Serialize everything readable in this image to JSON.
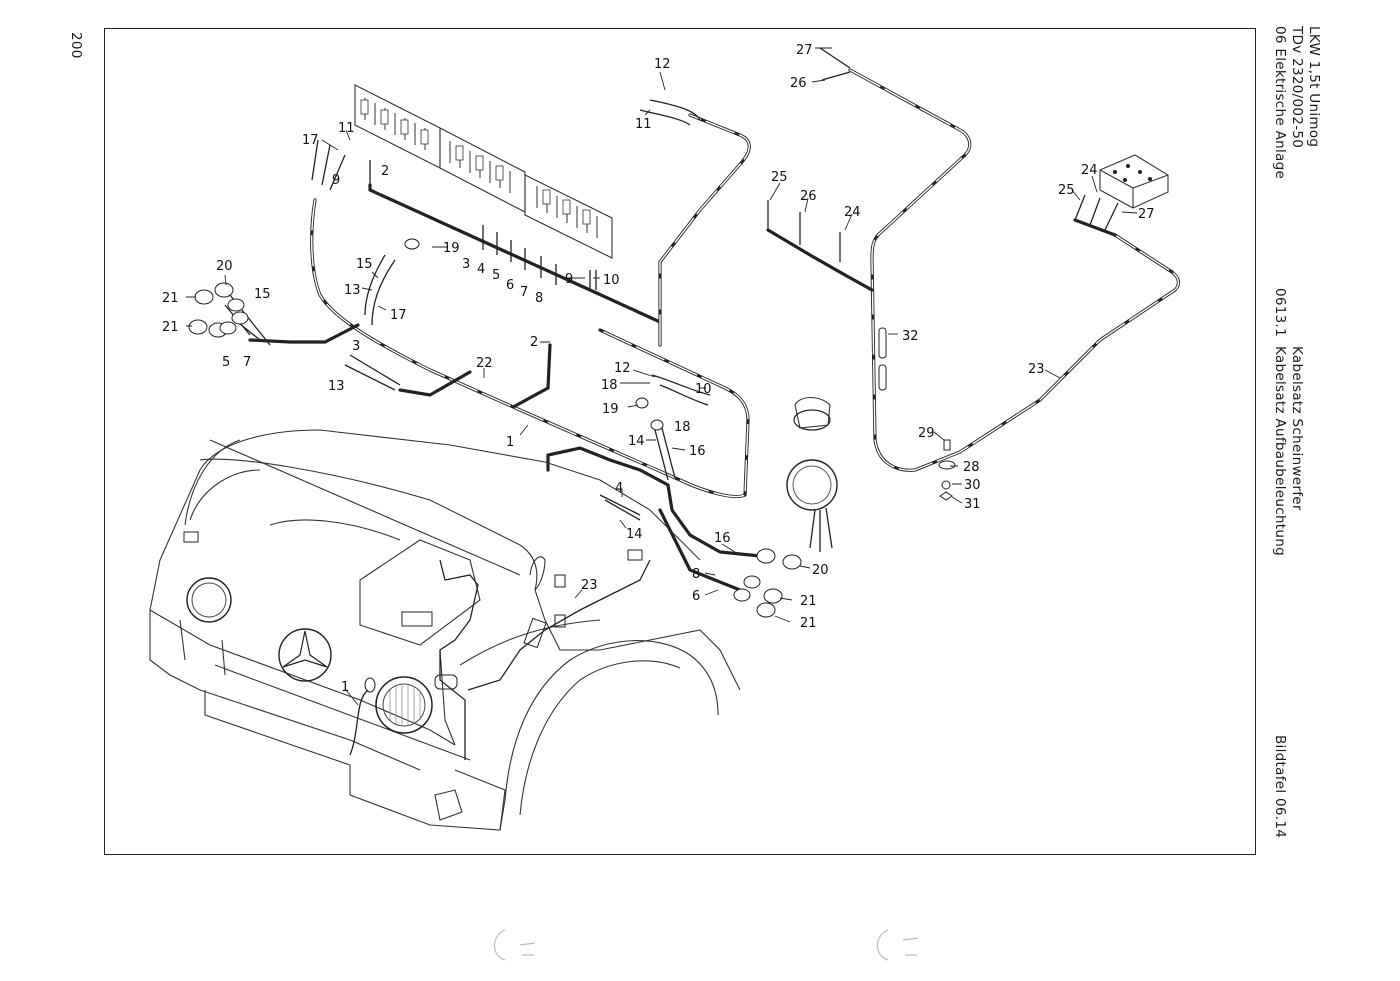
{
  "page_number": "200",
  "header": {
    "line1": "LKW 1,5t Unimog",
    "line2": "TDv 2320/002-50",
    "line3": "06 Elektrische Anlage"
  },
  "section": {
    "code": "0613.1",
    "title1": "Kabelsatz Scheinwerfer",
    "title2": "Kabelsatz Aufbaubeleuchtung"
  },
  "plate": "Bildtafel 06.14",
  "callouts": [
    "1",
    "2",
    "3",
    "4",
    "5",
    "6",
    "7",
    "8",
    "9",
    "10",
    "11",
    "12",
    "13",
    "14",
    "15",
    "16",
    "17",
    "18",
    "19",
    "20",
    "21",
    "22",
    "23",
    "24",
    "25",
    "26",
    "27",
    "28",
    "29",
    "30",
    "31",
    "32"
  ]
}
